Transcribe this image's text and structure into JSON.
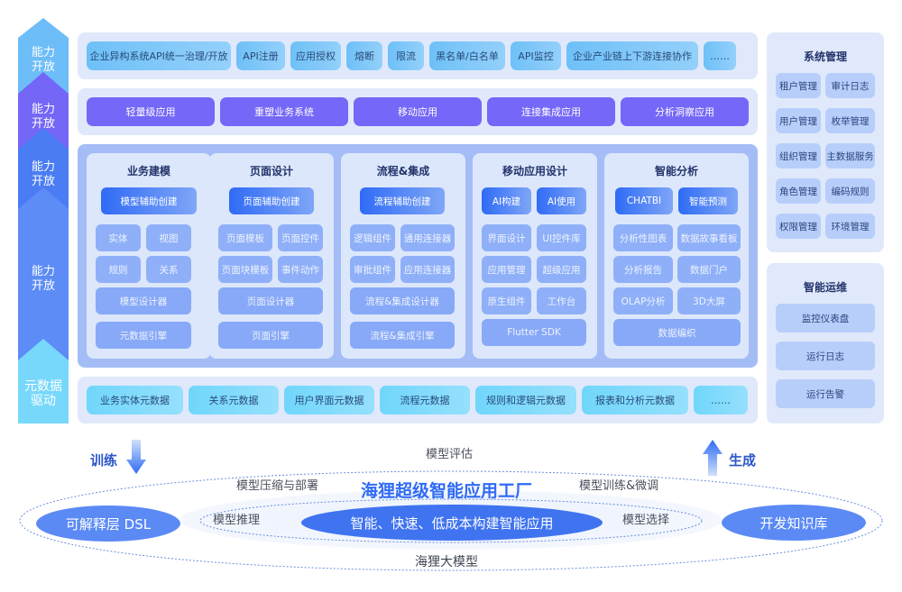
{
  "left_arrows": [
    {
      "line1": "能力",
      "line2": "开放"
    },
    {
      "line1": "能力",
      "line2": "开放"
    },
    {
      "line1": "能力",
      "line2": "开放"
    },
    {
      "line1": "能力",
      "line2": "开放"
    },
    {
      "line1": "元数据",
      "line2": "驱动"
    }
  ],
  "api_layer": {
    "items": [
      "企业异构系统API统一治理/开放",
      "API注册",
      "应用授权",
      "熔断",
      "限流",
      "黑名单/白名单",
      "API监控",
      "企业产业链上下游连接协作",
      "……"
    ]
  },
  "app_layer": {
    "items": [
      "轻量级应用",
      "重塑业务系统",
      "移动应用",
      "连接集成应用",
      "分析洞察应用"
    ]
  },
  "capability_layer": {
    "columns": [
      {
        "title": "业务建模",
        "primary": [
          "模型辅助创建"
        ],
        "pairs": [
          [
            "实体",
            "视图"
          ],
          [
            "规则",
            "关系"
          ]
        ],
        "full": [
          "模型设计器",
          "元数据引擎"
        ]
      },
      {
        "title": "页面设计",
        "primary": [
          "页面辅助创建"
        ],
        "pairs": [
          [
            "页面模板",
            "页面控件"
          ],
          [
            "页面块模板",
            "事件动作"
          ]
        ],
        "full": [
          "页面设计器",
          "页面引擎"
        ]
      },
      {
        "title": "流程&集成",
        "primary": [
          "流程辅助创建"
        ],
        "pairs": [
          [
            "逻辑组件",
            "通用连接器"
          ],
          [
            "审批组件",
            "应用连接器"
          ]
        ],
        "full": [
          "流程&集成设计器",
          "流程&集成引擎"
        ]
      },
      {
        "title": "移动应用设计",
        "primary": [
          "AI构建",
          "AI使用"
        ],
        "pairs": [
          [
            "界面设计",
            "UI控件库"
          ],
          [
            "应用管理",
            "超级应用"
          ],
          [
            "原生组件",
            "工作台"
          ]
        ],
        "full": [
          "Flutter SDK"
        ]
      },
      {
        "title": "智能分析",
        "primary": [
          "CHATBI",
          "智能预测"
        ],
        "pairs": [
          [
            "分析性图表",
            "数据故事看板"
          ],
          [
            "分析报告",
            "数据门户"
          ],
          [
            "OLAP分析",
            "3D大屏"
          ]
        ],
        "full": [
          "数据编织"
        ]
      }
    ]
  },
  "metadata_layer": {
    "items": [
      "业务实体元数据",
      "关系元数据",
      "用户界面元数据",
      "流程元数据",
      "规则和逻辑元数据",
      "报表和分析元数据",
      "……"
    ]
  },
  "system_management": {
    "title": "系统管理",
    "items": [
      "租户管理",
      "审计日志",
      "用户管理",
      "枚举管理",
      "组织管理",
      "主数据服务",
      "角色管理",
      "编码规则",
      "权限管理",
      "环境管理"
    ]
  },
  "smart_ops": {
    "title": "智能运维",
    "items": [
      "监控仪表盘",
      "运行日志",
      "运行告警"
    ]
  },
  "bottom": {
    "train_label": "训练",
    "generate_label": "生成",
    "model_eval": "模型评估",
    "model_compress": "模型压缩与部署",
    "model_train": "模型训练&微调",
    "model_infer": "模型推理",
    "model_select": "模型选择",
    "factory_title": "海狸超级智能应用工厂",
    "core_slogan": "智能、快速、低成本构建智能应用",
    "dsl_label": "可解释层 DSL",
    "knowledge_label": "开发知识库",
    "base_model": "海狸大模型"
  }
}
